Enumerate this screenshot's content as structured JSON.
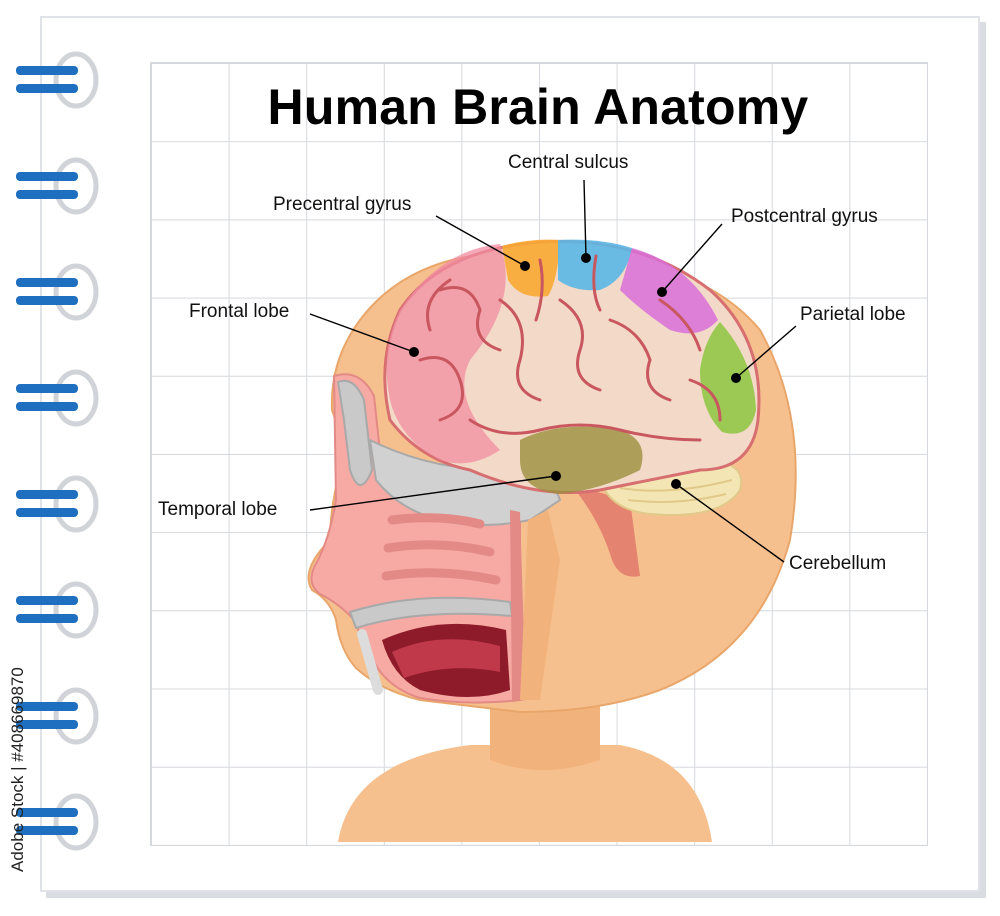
{
  "title": "Human Brain Anatomy",
  "labels": {
    "central_sulcus": "Central sulcus",
    "precentral_gyrus": "Precentral gyrus",
    "postcentral_gyrus": "Postcentral gyrus",
    "frontal_lobe": "Frontal lobe",
    "parietal_lobe": "Parietal lobe",
    "temporal_lobe": "Temporal lobe",
    "cerebellum": "Cerebellum"
  },
  "watermark_text": "Adobe Stock | #408669870",
  "colors": {
    "skin": "#f6c08e",
    "brain": "#f3d9c7",
    "frontal": "#f28ca0",
    "precentral": "#f9a833",
    "central_sulcus": "#5bb7e6",
    "postcentral": "#d86fd8",
    "parietal": "#8cc63f",
    "temporal": "#9b8e3e",
    "ring": "#1f6fc0"
  }
}
